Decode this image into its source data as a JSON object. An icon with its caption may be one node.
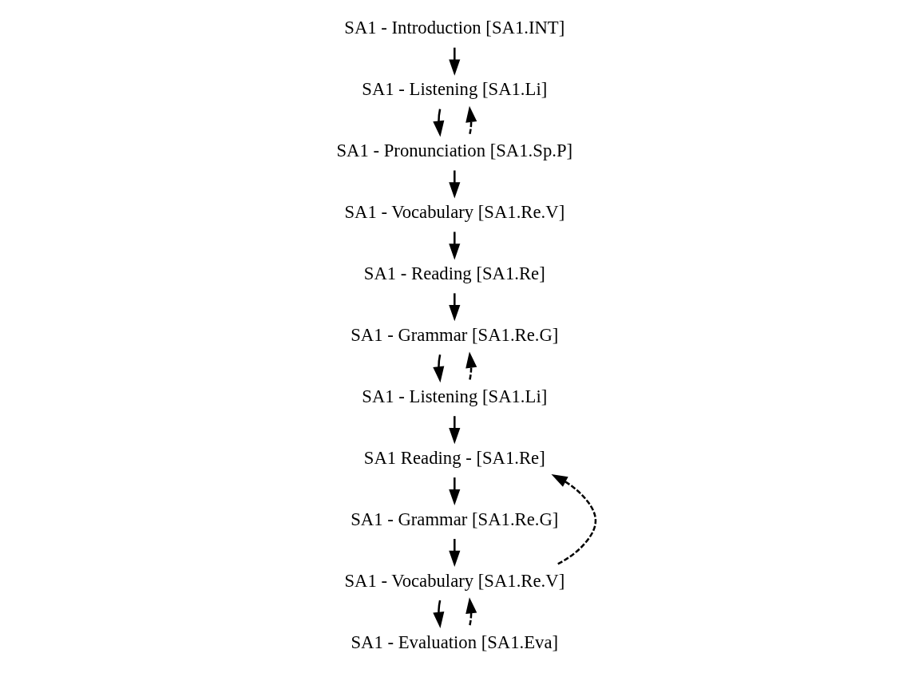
{
  "diagram": {
    "nodes": [
      {
        "text": [
          "SA1 - Introduction [SA1.INT]"
        ]
      },
      {
        "text": [
          "SA1 - Listening [SA1.Li]"
        ]
      },
      {
        "text": [
          "SA1 - Pronunciation [SA1.Sp.P]"
        ]
      },
      {
        "text": [
          "SA1 - Vocabulary [SA1.Re.V]"
        ]
      },
      {
        "text": [
          "SA1 - Reading [SA1.Re]"
        ]
      },
      {
        "text": [
          "SA1 - Grammar [SA1.Re.G]"
        ]
      },
      {
        "text": [
          "SA1 - Listening [SA1.Li]"
        ]
      },
      {
        "text": [
          "SA1 Reading - [SA1.Re]"
        ]
      },
      {
        "text": [
          "SA1 - Grammar [SA1.Re.G]"
        ]
      },
      {
        "text": [
          "SA1 - Vocabulary [SA1.Re.V]"
        ]
      },
      {
        "text": [
          "SA1 - Evaluation [SA1.Eva]"
        ]
      }
    ],
    "edges": [
      {
        "from": 0,
        "to": 1,
        "arrow": "to"
      },
      {
        "from": 1,
        "to": 2,
        "arrow": "to"
      },
      {
        "from": 2,
        "to": 1,
        "arrow": "to",
        "style": "dashed"
      },
      {
        "from": 2,
        "to": 3,
        "arrow": "to"
      },
      {
        "from": 3,
        "to": 4,
        "arrow": "to"
      },
      {
        "from": 4,
        "to": 5,
        "arrow": "to"
      },
      {
        "from": 5,
        "to": 6,
        "arrow": "to"
      },
      {
        "from": 6,
        "to": 5,
        "arrow": "to",
        "style": "dashed"
      },
      {
        "from": 6,
        "to": 7,
        "arrow": "to"
      },
      {
        "from": 7,
        "to": 8,
        "arrow": "to"
      },
      {
        "from": 8,
        "to": 9,
        "arrow": "to"
      },
      {
        "from": 9,
        "to": 7,
        "arrow": "to",
        "style": "dashed"
      },
      {
        "from": 9,
        "to": 10,
        "arrow": "to"
      },
      {
        "from": 10,
        "to": 9,
        "arrow": "to",
        "style": "dashed"
      }
    ]
  }
}
